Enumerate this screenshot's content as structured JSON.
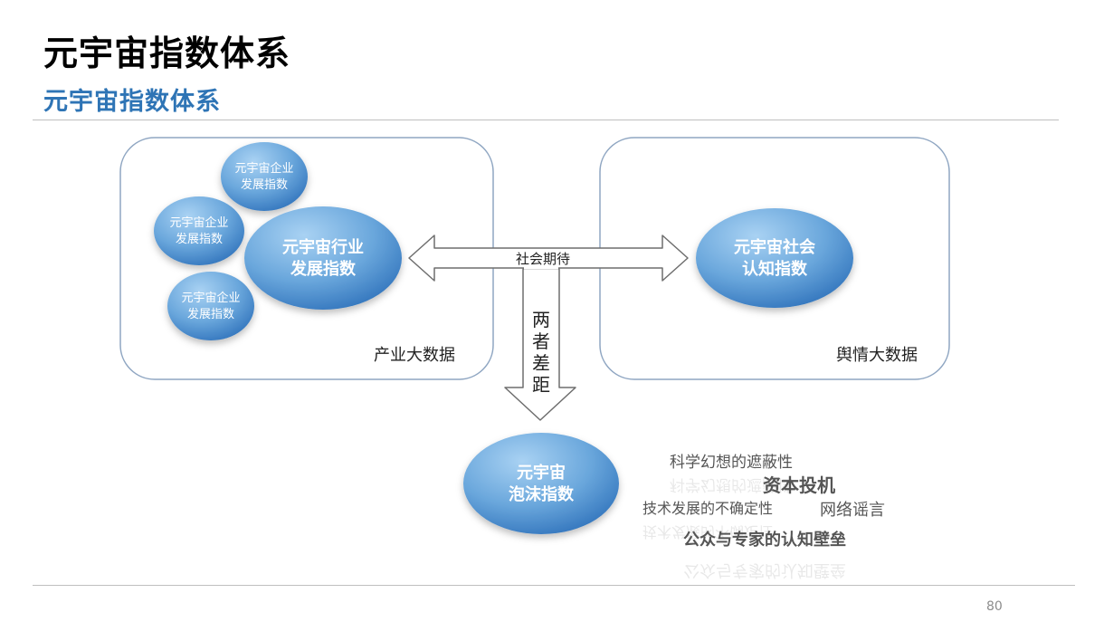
{
  "header": {
    "title": "元宇宙指数体系",
    "subtitle": "元宇宙指数体系"
  },
  "left_panel": {
    "label": "产业大数据",
    "main_node": [
      "元宇宙行业",
      "发展指数"
    ],
    "sub_nodes": [
      [
        "元宇宙企业",
        "发展指数"
      ],
      [
        "元宇宙企业",
        "发展指数"
      ],
      [
        "元宇宙企业",
        "发展指数"
      ]
    ]
  },
  "right_panel": {
    "label": "舆情大数据",
    "main_node": [
      "元宇宙社会",
      "认知指数"
    ]
  },
  "connector": {
    "label": "社会期待",
    "gap_label": [
      "两",
      "者",
      "差",
      "距"
    ]
  },
  "bubble_node": [
    "元宇宙",
    "泡沫指数"
  ],
  "factors": [
    "科学幻想的遮蔽性",
    "资本投机",
    "技术发展的不确定性",
    "网络谣言",
    "公众与专家的认知壁垒"
  ],
  "footer": {
    "page_number": "80"
  },
  "colors": {
    "accent": "#2e74b5",
    "node_light": "#8ec0ea",
    "node_dark": "#3a80c8",
    "panel_border": "#8fa6c2"
  }
}
